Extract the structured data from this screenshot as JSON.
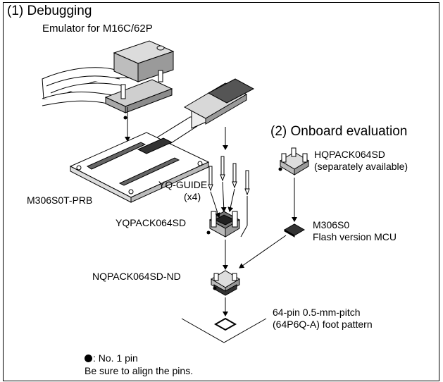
{
  "title_debug": "(1) Debugging",
  "title_onboard": "(2) Onboard evaluation",
  "labels": {
    "emulator": "Emulator for M16C/62P",
    "prb": "M306S0T-PRB",
    "yq_guide": "YQ-GUIDE",
    "yq_guide_qty": "(x4)",
    "yqpack": "YQPACK064SD",
    "hqpack": "HQPACK064SD",
    "hqpack_note": "(separately available)",
    "mcu": "M306S0",
    "mcu_note": "Flash version MCU",
    "nqpack": "NQPACK064SD-ND",
    "foot1": "64-pin 0.5-mm-pitch",
    "foot2": "(64P6Q-A) foot pattern"
  },
  "legend": {
    "pin": ": No. 1 pin",
    "note": "Be sure to align the pins."
  }
}
